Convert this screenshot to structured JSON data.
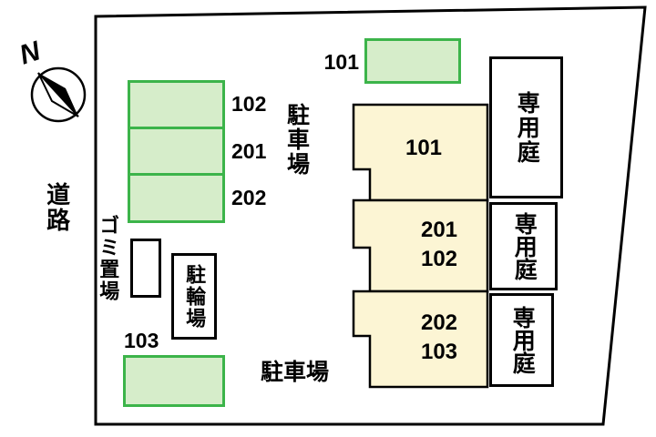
{
  "colors": {
    "parking-fill": "#d6edca",
    "parking-border": "#3cb44a",
    "building-fill": "#fcf5d4",
    "outline": "#000000"
  },
  "plan": {
    "compass": "N",
    "road": "道路",
    "top_parking": {
      "stall": "101"
    },
    "left_parking": {
      "stalls": [
        "102",
        "201",
        "202"
      ],
      "label": "駐車場"
    },
    "bottom_parking": {
      "stall": "103",
      "label": "駐車場"
    },
    "garbage": "ゴミ置場",
    "bicycle": "駐輪場",
    "units": [
      {
        "lines": [
          "101"
        ]
      },
      {
        "lines": [
          "201",
          "102"
        ]
      },
      {
        "lines": [
          "202",
          "103"
        ]
      }
    ],
    "gardens": [
      "専用庭",
      "専用庭",
      "専用庭"
    ]
  }
}
